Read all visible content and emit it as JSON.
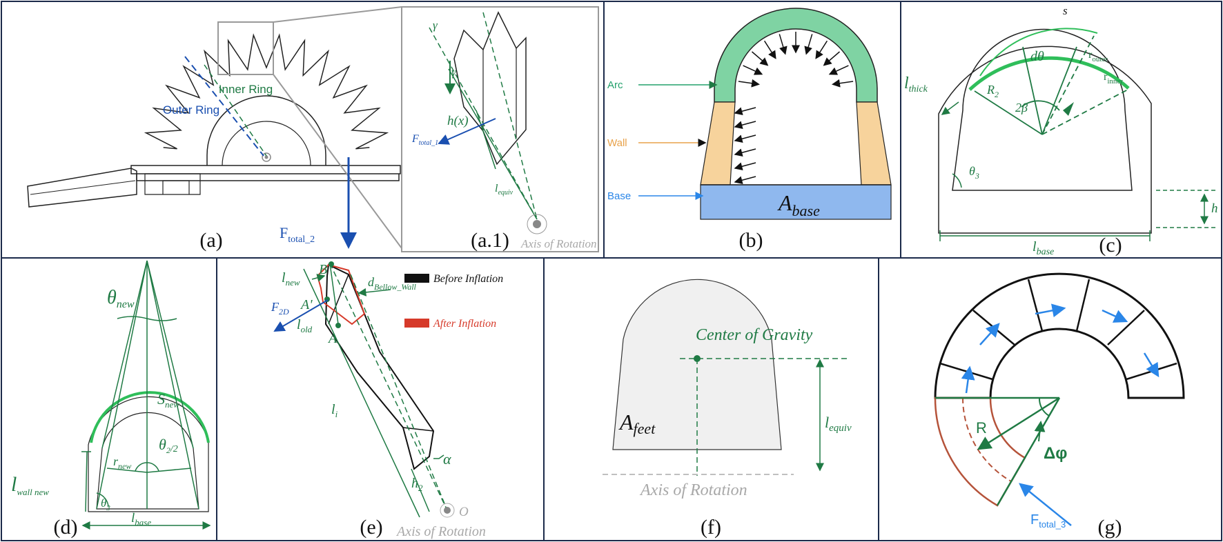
{
  "panels": {
    "a": {
      "label": "(a)",
      "outer_ring": "Outer Ring",
      "inner_ring": "Inner Ring",
      "force": "F",
      "force_sub": "total_2"
    },
    "a1": {
      "label": "(a.1)",
      "gamma": "γ",
      "h": "h(x)",
      "force": "F",
      "force_sub": "total_1",
      "l": "l",
      "l_sub": "equiv",
      "axis": "Axis of Rotation"
    },
    "b": {
      "label": "(b)",
      "arc": "Arc",
      "wall": "Wall",
      "base": "Base",
      "area": "A",
      "area_sub": "base"
    },
    "c": {
      "label": "(c)",
      "s": "s",
      "dtheta": "dθ",
      "r_outer": "r",
      "r_outer_sub": "outer",
      "r_inner": "r",
      "r_inner_sub": "inner",
      "R2": "R",
      "R2_sub": "2",
      "beta": "2β",
      "l_thick": "l",
      "l_thick_sub": "thick",
      "theta3": "θ",
      "theta3_sub": "3",
      "h": "h",
      "l_base": "l",
      "l_base_sub": "base"
    },
    "d": {
      "label": "(d)",
      "theta_new": "θ",
      "theta_new_sub": "new",
      "s_new": "S",
      "s_new_sub": "new",
      "r_new": "r",
      "r_new_sub": "new",
      "theta2": "θ",
      "theta2_sub": "2",
      "theta2_div": "/2",
      "l_wall": "l",
      "l_wall_sub": "wall new",
      "theta3": "θ",
      "theta3_sub": "3",
      "l_base": "l",
      "l_base_sub": "base"
    },
    "e": {
      "label": "(e)",
      "B": "B",
      "A_prime": "A'",
      "A": "A",
      "l_new": "l",
      "l_new_sub": "new",
      "l_old": "l",
      "l_old_sub": "old",
      "d_bellow": "d",
      "d_bellow_sub": "Bellow_Wall",
      "F2D": "F",
      "F2D_sub": "2D",
      "l_i": "l",
      "l_i_sub": "i",
      "h2": "h",
      "h2_sub": "2",
      "alpha": "α",
      "O": "O",
      "axis": "Axis of Rotation",
      "legend_before": "Before Inflation",
      "legend_after": "After Inflation"
    },
    "f": {
      "label": "(f)",
      "cog": "Center of Gravity",
      "area": "A",
      "area_sub": "feet",
      "l": "l",
      "l_sub": "equiv",
      "axis": "Axis of Rotation"
    },
    "g": {
      "label": "(g)",
      "R": "R",
      "dphi": "Δφ",
      "force": "F",
      "force_sub": "total_3"
    }
  },
  "colors": {
    "green": "#1f7a44",
    "blue": "#1a4fb0",
    "arc_fill": "#7fd3a3",
    "wall_fill": "#f7d39c",
    "base_fill": "#8fb8ee",
    "red": "#d63a2a",
    "brown": "#b5533a",
    "gray": "#a8a8a8",
    "light_fill": "#f0f0f0"
  }
}
